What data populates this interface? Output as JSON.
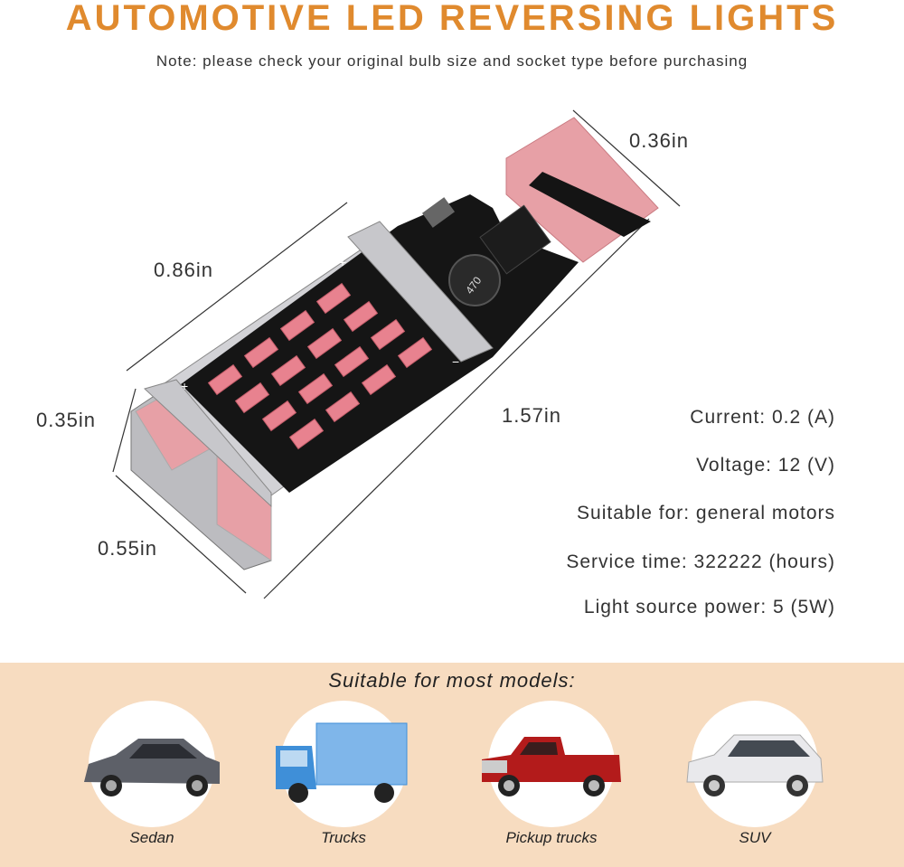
{
  "header": {
    "title": "AUTOMOTIVE LED REVERSING LIGHTS",
    "note": "Note: please check your original bulb size and socket type before purchasing"
  },
  "dimensions": {
    "top": "0.36in",
    "length_upper": "0.86in",
    "height": "0.35in",
    "length_total": "1.57in",
    "width": "0.55in"
  },
  "bulb": {
    "inductor_label": "470",
    "plus": "+",
    "minus": "−"
  },
  "specs": [
    {
      "text": "Current: 0.2 (A)"
    },
    {
      "text": "Voltage: 12 (V)"
    },
    {
      "text": "Suitable for: general motors"
    },
    {
      "text": "Service time: 322222 (hours)"
    },
    {
      "text": "Light source power: 5 (5W)"
    }
  ],
  "models_section": {
    "title": "Suitable for most models:",
    "items": [
      {
        "label": "Sedan",
        "icon": "sedan-icon",
        "color": "#5d6068"
      },
      {
        "label": "Trucks",
        "icon": "truck-icon",
        "color": "#3f8fd8"
      },
      {
        "label": "Pickup trucks",
        "icon": "pickup-truck-icon",
        "color": "#b31b1b"
      },
      {
        "label": "SUV",
        "icon": "suv-icon",
        "color": "#e9e9ec"
      }
    ]
  },
  "colors": {
    "title": "#e08a2e",
    "band": "#f7dcc0",
    "led": "#e8828f",
    "pcb": "#111111",
    "metal": "#c9c9cc"
  }
}
